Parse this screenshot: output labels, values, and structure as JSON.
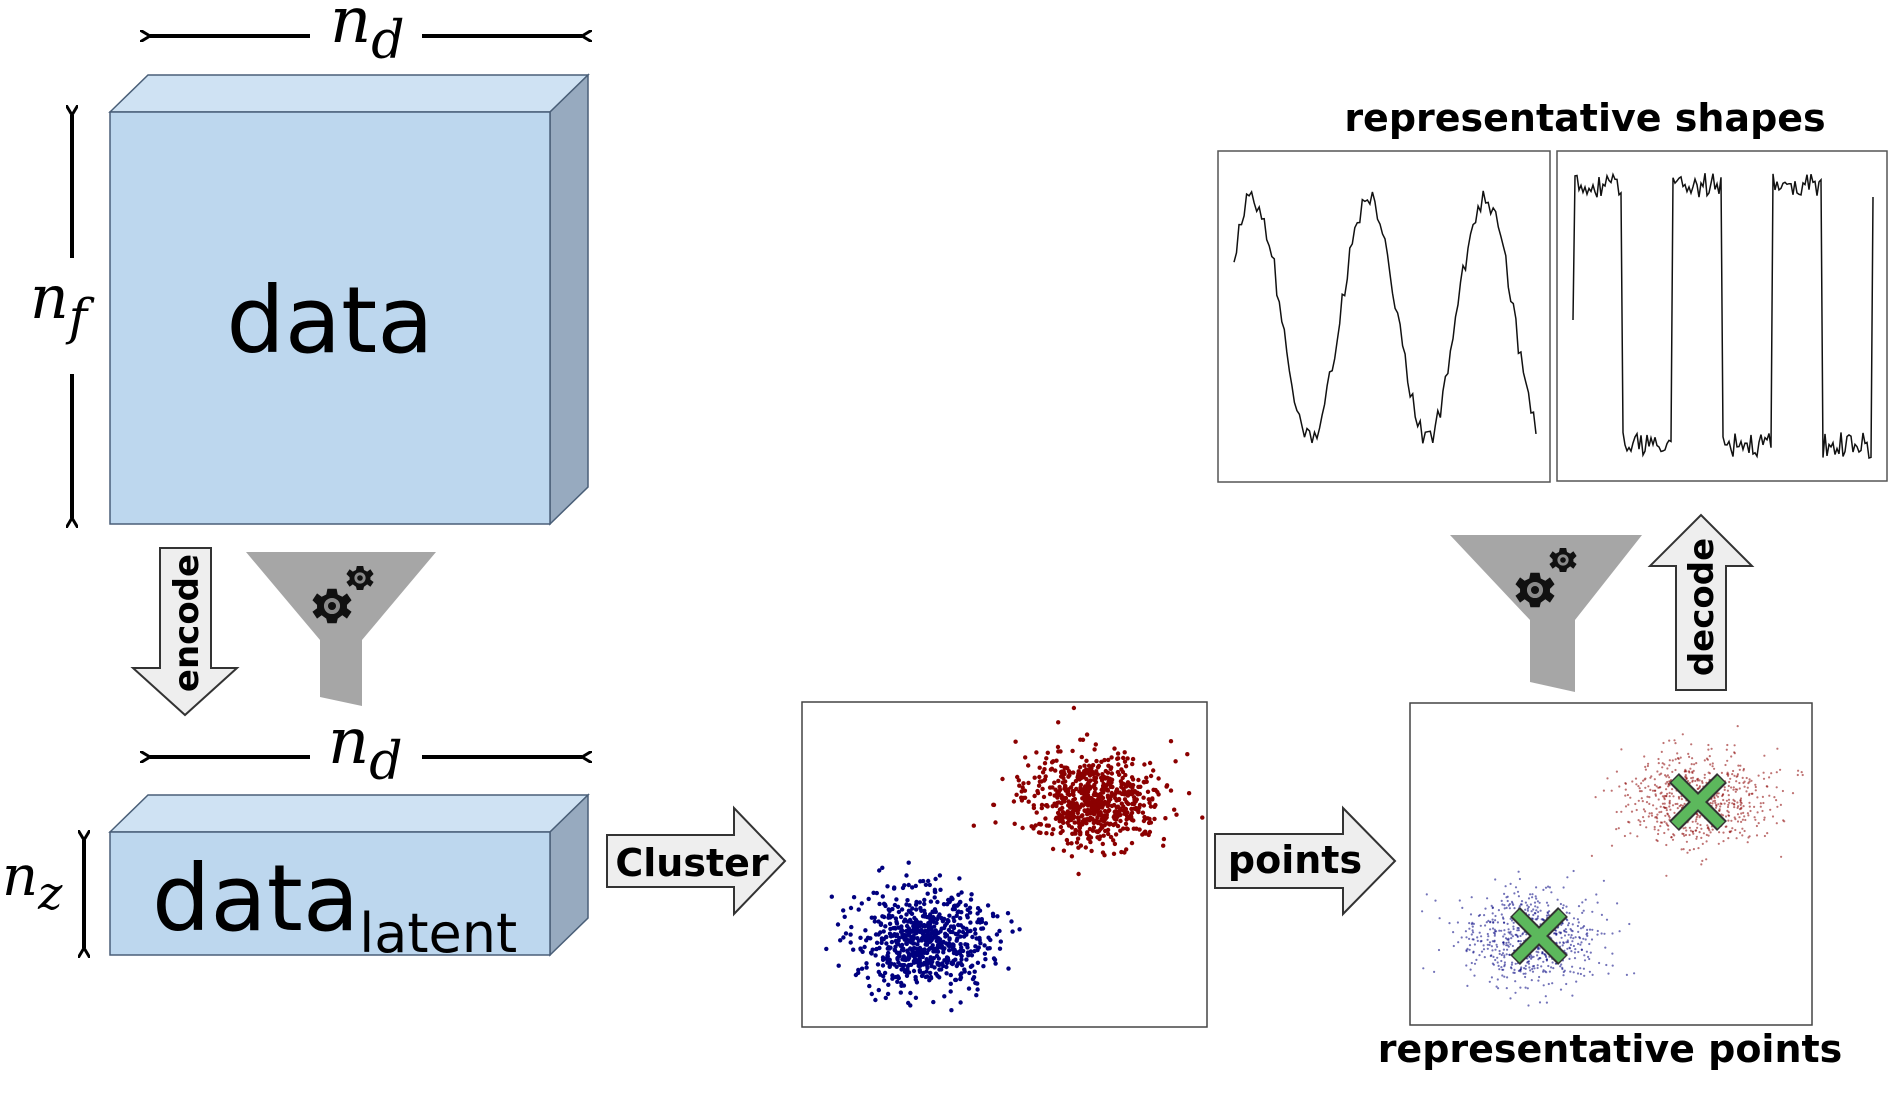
{
  "labels": {
    "data_box": "data",
    "latent_box": "data",
    "latent_sub": "latent",
    "encode": "encode",
    "decode": "decode",
    "cluster": "Cluster",
    "points": "points",
    "representative_shapes": "representative shapes",
    "representative_points": "representative points",
    "n": "n",
    "sub_d": "d",
    "sub_f": "f",
    "sub_z": "z"
  },
  "colors": {
    "box_front": "#bdd7ee",
    "box_top": "#cfe2f3",
    "box_side": "#97aabf",
    "box_edge": "#4a5f78",
    "funnel": "#a6a6a6",
    "arrow_fill": "#eeeeee",
    "arrow_stroke": "#333333",
    "cluster_red": "#8b0000",
    "cluster_blue": "#00007f",
    "cross": "#5cb85c"
  },
  "icons": [
    "gear-icon",
    "funnel-icon",
    "cross-marker-icon",
    "double-arrow-icon",
    "block-arrow-icon"
  ],
  "scatter": {
    "clusters": [
      {
        "name": "red",
        "count": 700,
        "center": [
          0.72,
          0.3
        ],
        "spread": [
          0.085,
          0.07
        ]
      },
      {
        "name": "blue",
        "count": 700,
        "center": [
          0.3,
          0.73
        ],
        "spread": [
          0.08,
          0.075
        ]
      }
    ]
  },
  "shapes": {
    "sine": {
      "cycles": 2.6,
      "noise": 0.06
    },
    "square": {
      "cycles": 3,
      "noise": 0.05
    }
  }
}
